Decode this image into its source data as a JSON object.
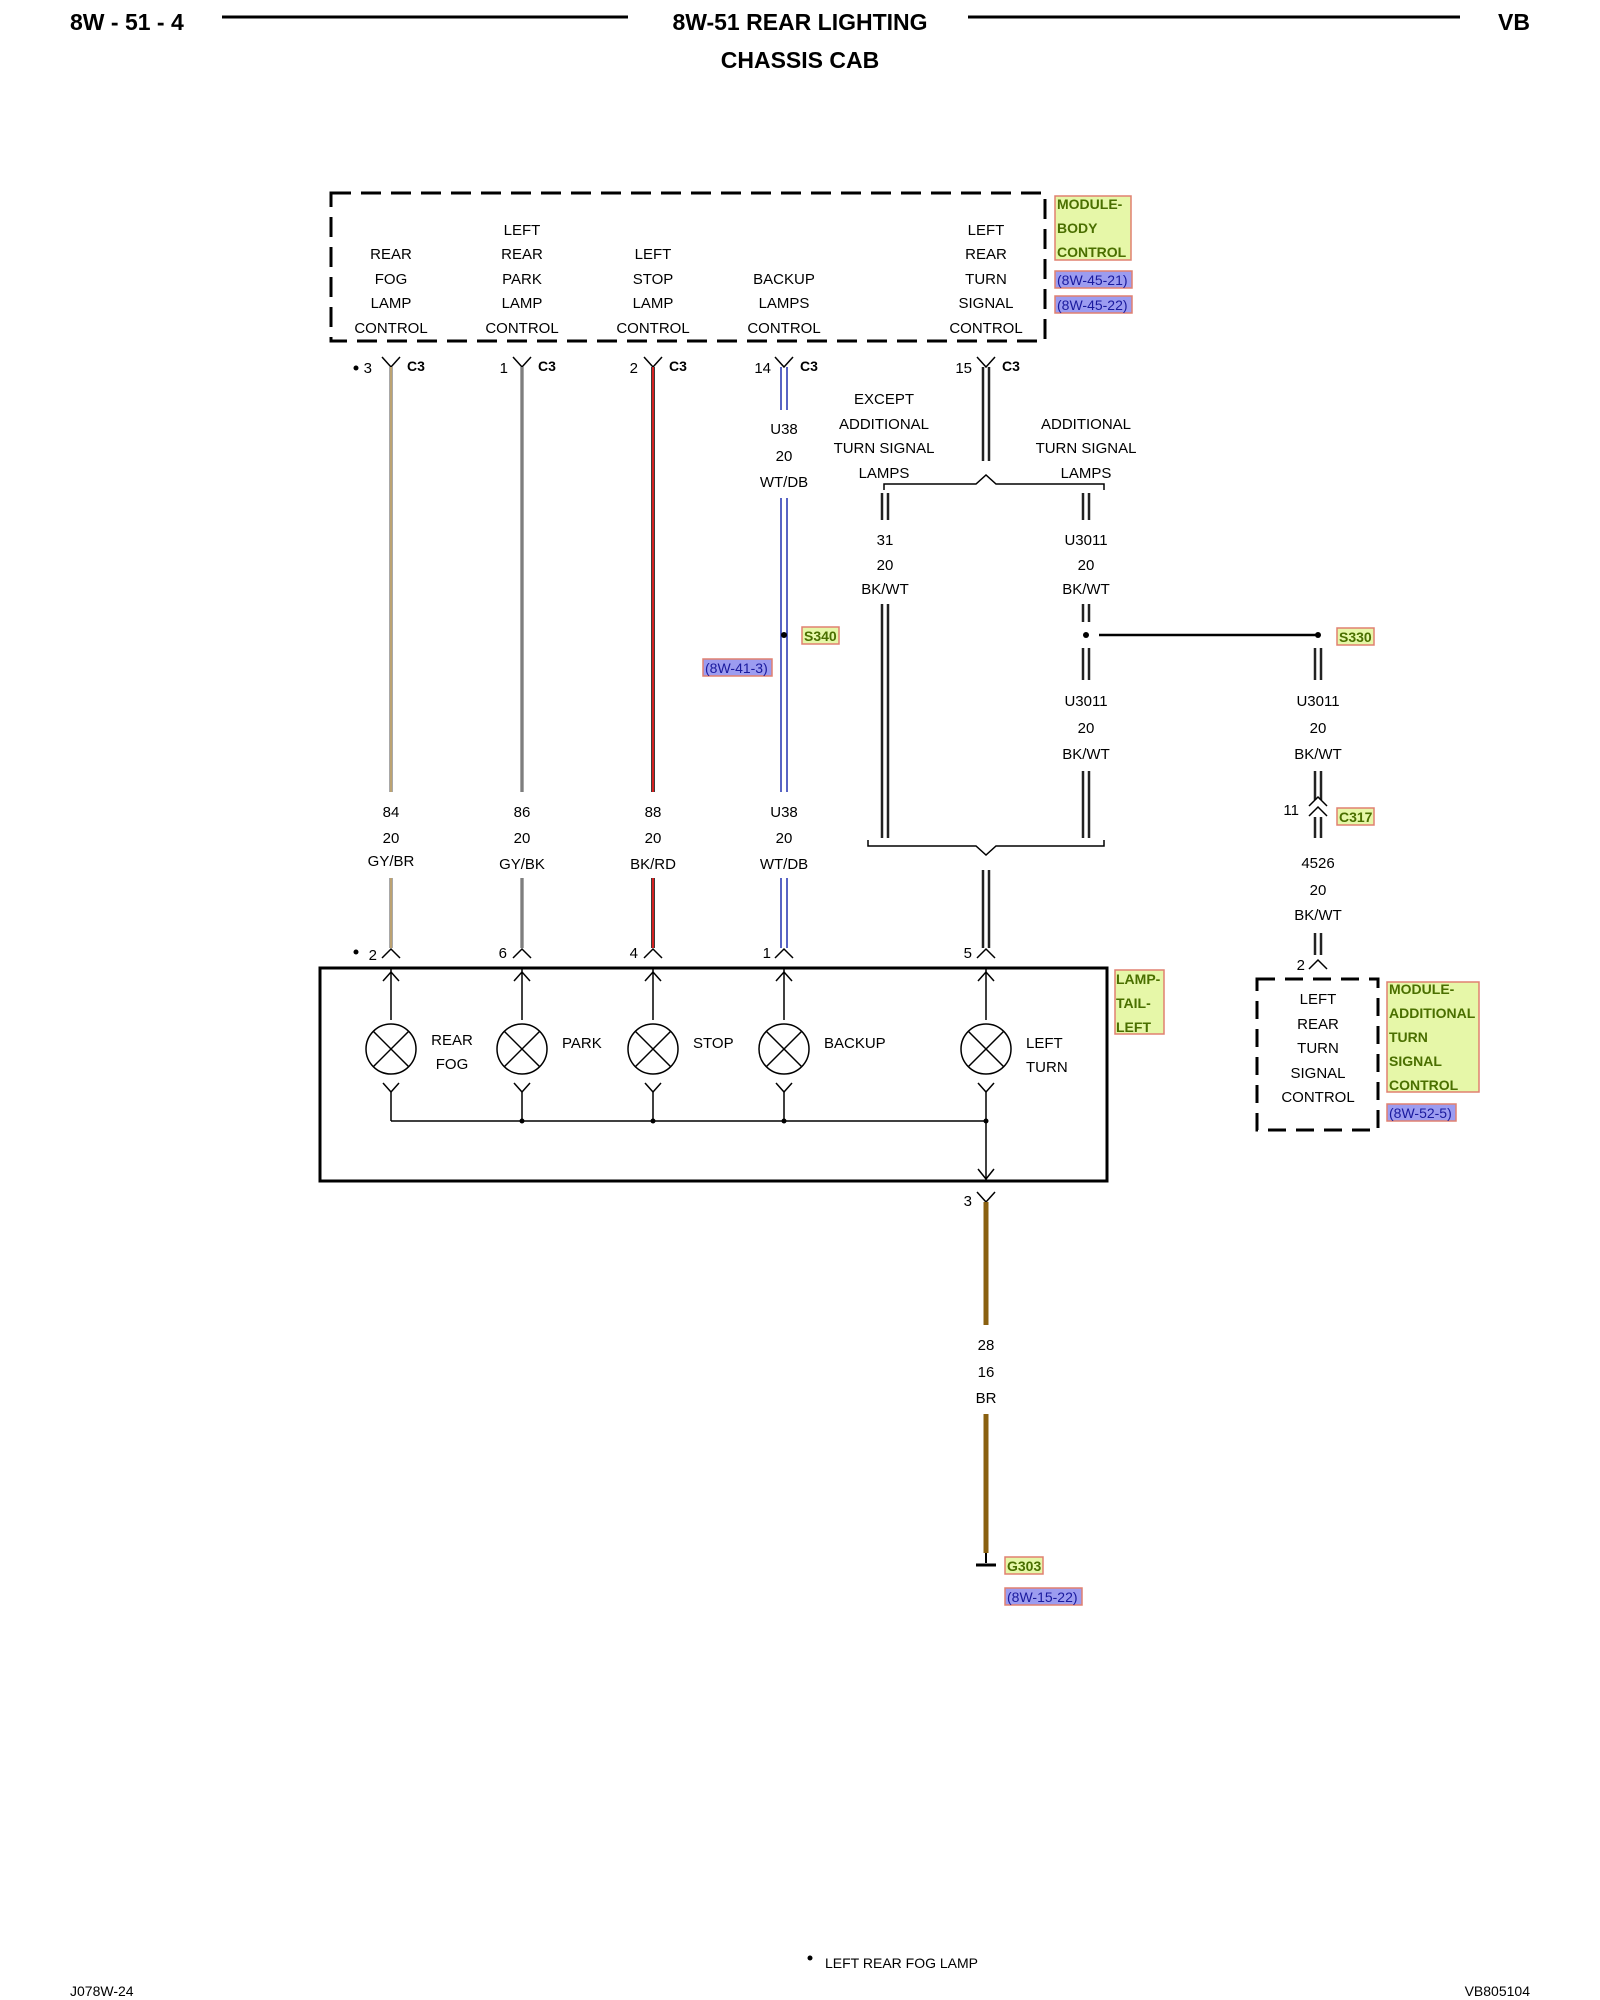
{
  "header": {
    "page_number": "8W - 51 - 4",
    "title_line1": "8W-51 REAR LIGHTING",
    "title_line2": "CHASSIS CAB",
    "platform": "VB"
  },
  "body_control_module": {
    "name": [
      "MODULE-",
      "BODY",
      "CONTROL"
    ],
    "refs": [
      "(8W-45-21)",
      "(8W-45-22)"
    ],
    "outputs": [
      {
        "lines": [
          "REAR",
          "FOG",
          "LAMP",
          "CONTROL"
        ],
        "pin": "3",
        "connector": "C3",
        "note_dot": true
      },
      {
        "lines": [
          "LEFT",
          "REAR",
          "PARK",
          "LAMP",
          "CONTROL"
        ],
        "pin": "1",
        "connector": "C3"
      },
      {
        "lines": [
          "LEFT",
          "STOP",
          "LAMP",
          "CONTROL"
        ],
        "pin": "2",
        "connector": "C3"
      },
      {
        "lines": [
          "BACKUP",
          "LAMPS",
          "CONTROL"
        ],
        "pin": "14",
        "connector": "C3"
      },
      {
        "lines": [
          "LEFT",
          "REAR",
          "TURN",
          "SIGNAL",
          "CONTROL"
        ],
        "pin": "15",
        "connector": "C3"
      }
    ]
  },
  "wires": {
    "rear_fog": {
      "circuit": "84",
      "gauge": "20",
      "color": "GY/BR"
    },
    "park": {
      "circuit": "86",
      "gauge": "20",
      "color": "GY/BK"
    },
    "stop": {
      "circuit": "88",
      "gauge": "20",
      "color": "BK/RD"
    },
    "backup_upper": {
      "circuit": "U38",
      "gauge": "20",
      "color": "WT/DB"
    },
    "backup_lower": {
      "circuit": "U38",
      "gauge": "20",
      "color": "WT/DB"
    },
    "turn_except": {
      "circuit": "31",
      "gauge": "20",
      "color": "BK/WT"
    },
    "turn_additional_upper": {
      "circuit": "U3011",
      "gauge": "20",
      "color": "BK/WT"
    },
    "turn_additional_lower": {
      "circuit": "U3011",
      "gauge": "20",
      "color": "BK/WT"
    },
    "turn_s330": {
      "circuit": "U3011",
      "gauge": "20",
      "color": "BK/WT"
    },
    "turn_module": {
      "circuit": "4526",
      "gauge": "20",
      "color": "BK/WT"
    },
    "ground": {
      "circuit": "28",
      "gauge": "16",
      "color": "BR"
    }
  },
  "options": {
    "except": [
      "EXCEPT",
      "ADDITIONAL",
      "TURN SIGNAL",
      "LAMPS"
    ],
    "additional": [
      "ADDITIONAL",
      "TURN SIGNAL",
      "LAMPS"
    ]
  },
  "splices": {
    "s340": "S340",
    "s340_ref": "(8W-41-3)",
    "s330": "S330"
  },
  "connector_c317": {
    "pin": "11",
    "name": "C317"
  },
  "tail_lamp": {
    "name": [
      "LAMP-",
      "TAIL-",
      "LEFT"
    ],
    "pins": [
      "2",
      "6",
      "4",
      "1",
      "5",
      "3"
    ],
    "lamps": [
      {
        "lines": [
          "REAR",
          "FOG"
        ]
      },
      {
        "lines": [
          "PARK"
        ]
      },
      {
        "lines": [
          "STOP"
        ]
      },
      {
        "lines": [
          "BACKUP"
        ]
      },
      {
        "lines": [
          "LEFT",
          "TURN"
        ]
      }
    ]
  },
  "turn_signal_module": {
    "pin": "2",
    "lines": [
      "LEFT",
      "REAR",
      "TURN",
      "SIGNAL",
      "CONTROL"
    ],
    "name": [
      "MODULE-",
      "ADDITIONAL",
      "TURN",
      "SIGNAL",
      "CONTROL"
    ],
    "ref": "(8W-52-5)"
  },
  "ground": {
    "name": "G303",
    "ref": "(8W-15-22)"
  },
  "footnote": "LEFT REAR FOG LAMP",
  "footer": {
    "left": "J078W-24",
    "right": "VB805104"
  },
  "colors": {
    "gy_br_stripe": "#c2a160",
    "gy": "#a8a8a8",
    "red": "#d42020",
    "blue": "#2030b0",
    "brown": "#8a6010",
    "component_label_bg": "#e6f7a8",
    "component_label_border": "#e08070",
    "ref_bg": "#9c9cf0"
  }
}
